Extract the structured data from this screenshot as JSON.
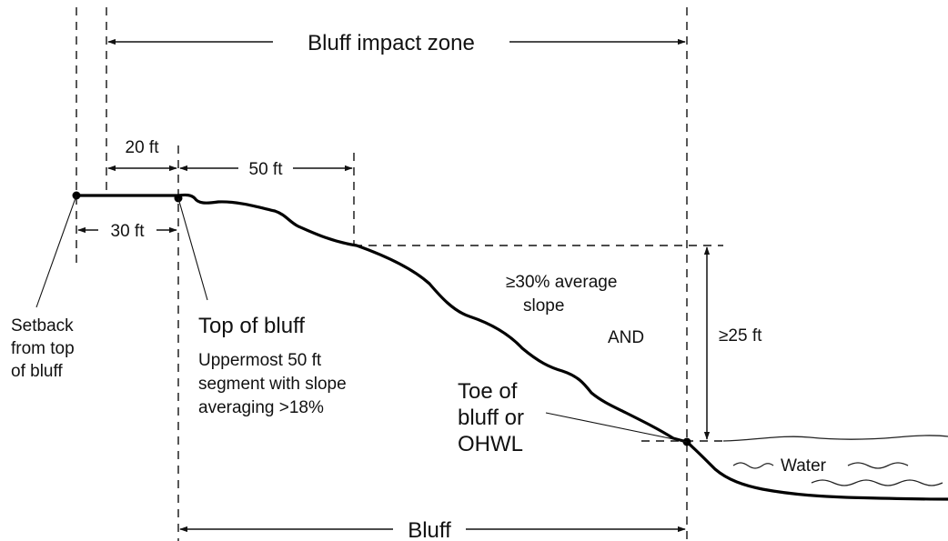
{
  "labels": {
    "bluff_impact_zone": "Bluff impact zone",
    "dim_20ft": "20 ft",
    "dim_50ft": "50 ft",
    "dim_30ft": "30 ft",
    "slope_criterion_line1": "≥30% average",
    "slope_criterion_line2": "slope",
    "and": "AND",
    "height_criterion": "≥25 ft",
    "setback_line1": "Setback",
    "setback_line2": "from top",
    "setback_line3": "of bluff",
    "top_of_bluff": "Top of bluff",
    "top_desc_line1": "Uppermost 50 ft",
    "top_desc_line2": "segment with slope",
    "top_desc_line3": "averaging >18%",
    "toe_line1": "Toe of",
    "toe_line2": "bluff or",
    "toe_line3": "OHWL",
    "water": "Water",
    "bluff": "Bluff"
  }
}
